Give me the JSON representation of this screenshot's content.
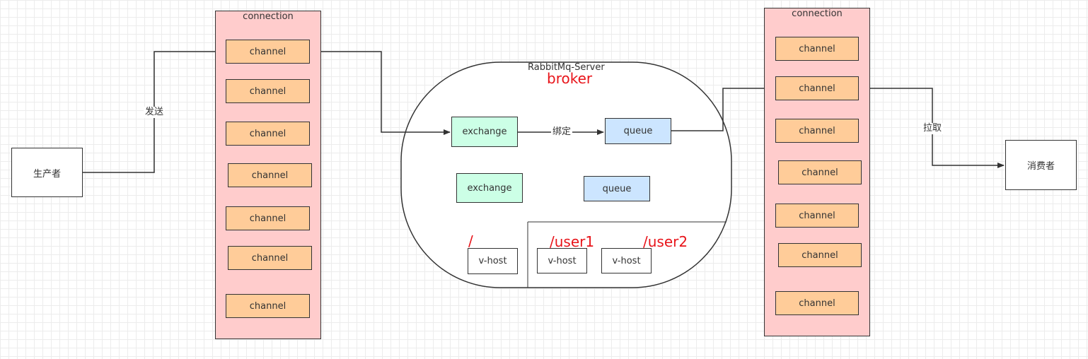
{
  "producer": {
    "label": "生产者"
  },
  "consumer": {
    "label": "消费者"
  },
  "left_connection": {
    "title": "connection",
    "channels": [
      "channel",
      "channel",
      "channel",
      "channel",
      "channel",
      "channel",
      "channel"
    ]
  },
  "right_connection": {
    "title": "connection",
    "channels": [
      "channel",
      "channel",
      "channel",
      "channel",
      "channel",
      "channel",
      "channel"
    ]
  },
  "edge_labels": {
    "send": "发送",
    "bind": "绑定",
    "pull": "拉取"
  },
  "server": {
    "title": "RabbitMq-Server",
    "subtitle": "broker",
    "exchange_1": "exchange",
    "queue_1": "queue",
    "exchange_2": "exchange",
    "queue_2": "queue",
    "vhost_names": [
      "/",
      "/user1",
      "/user2"
    ],
    "vhosts": [
      "v-host",
      "v-host",
      "v-host"
    ]
  },
  "colors": {
    "connection_fill": "#ffcccc",
    "channel_fill": "#ffcc99",
    "exchange_fill": "#ccffe6",
    "queue_fill": "#cce5ff",
    "annotation_red": "#e8141a",
    "stroke": "#333333"
  }
}
